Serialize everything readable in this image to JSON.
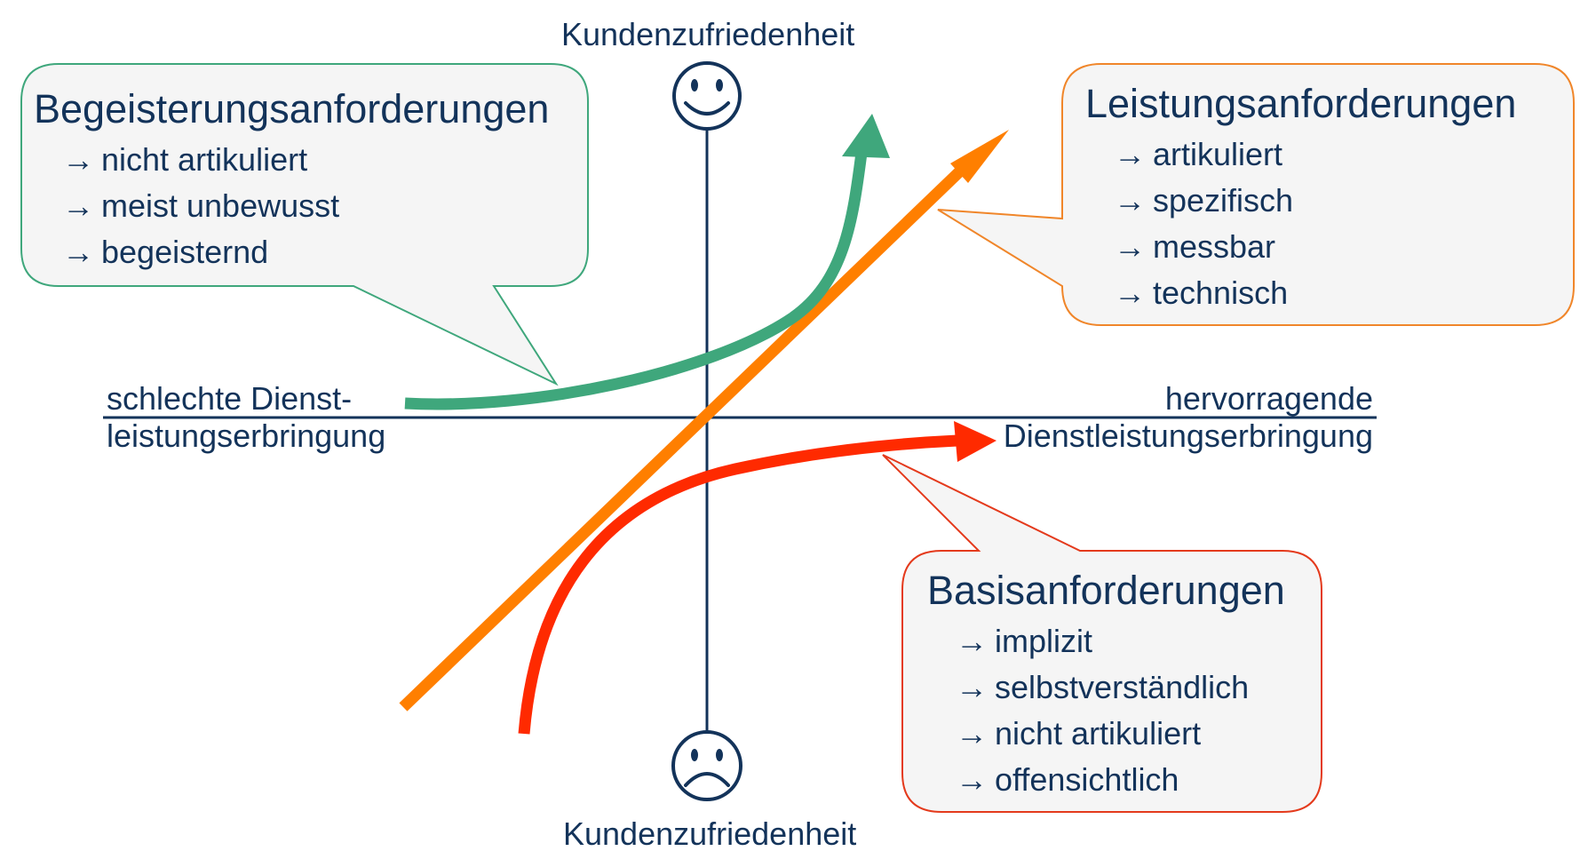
{
  "axis": {
    "y_top_label": "Kundenzufriedenheit",
    "y_bottom_label": "Kundenzufriedenheit",
    "x_left_label_line1": "schlechte Dienst-",
    "x_left_label_line2": "leistungserbringung",
    "x_right_label_line1": "hervorragende",
    "x_right_label_line2": "Dienstleistungserbringung",
    "color": "#13335a",
    "top_icon": "happy-face-icon",
    "bottom_icon": "sad-face-icon"
  },
  "bullet_glyph": "→",
  "callouts": {
    "begeisterung": {
      "title": "Begeisterungsanforderungen",
      "items": [
        "nicht artikuliert",
        "meist unbewusst",
        "begeisternd"
      ],
      "border_color": "#3fa77c"
    },
    "leistung": {
      "title": "Leistungsanforderungen",
      "items": [
        "artikuliert",
        "spezifisch",
        "messbar",
        "technisch"
      ],
      "border_color": "#f0862a"
    },
    "basis": {
      "title": "Basisanforderungen",
      "items": [
        "implizit",
        "selbstverständlich",
        "nicht artikuliert",
        "offensichtlich"
      ],
      "border_color": "#e43a1c"
    }
  },
  "curves": {
    "begeisterung_color": "#3fa77c",
    "leistung_color": "#ff7f00",
    "basis_color": "#ff2a00"
  }
}
